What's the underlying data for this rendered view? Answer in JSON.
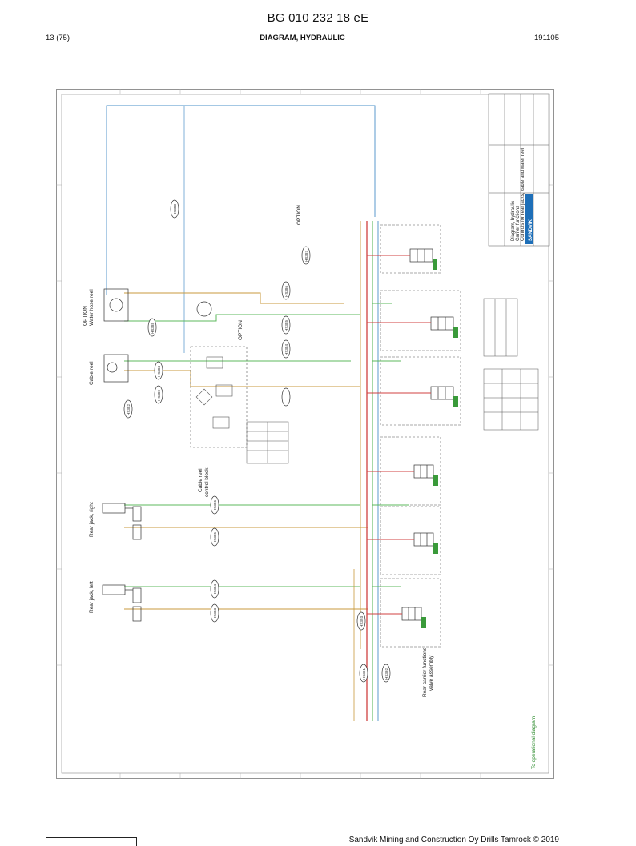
{
  "header": {
    "doc_number": "BG 010 232 18 eE",
    "page": "13 (75)",
    "section": "DIAGRAM, HYDRAULIC",
    "date": "191105"
  },
  "diagram": {
    "labels": {
      "water_hose_reel": "Water hose reel",
      "option_top": "OPTION",
      "option_mid": "OPTION",
      "option_right": "OPTION",
      "cable_reel": "Cable reel",
      "cable_reel_block_1": "Cable reel",
      "cable_reel_block_2": "control block",
      "rear_jack_right": "Rear jack, right",
      "rear_jack_left": "Rear jack, left",
      "rear_carrier_1": "Rear carrier functions",
      "rear_carrier_2": "valve assembly",
      "to_operational": "To operational diagram"
    },
    "hose_tags": [
      "HS388",
      "HS383",
      "HS389",
      "HS386",
      "HS385",
      "HS384",
      "HS383",
      "HS380",
      "HS382",
      "HS387",
      "HS386",
      "HS385",
      "HS384",
      "HS393",
      "HS391",
      "HS392"
    ],
    "title_block": {
      "brand": "SANDVIK",
      "line1": "Diagram, hydraulic",
      "line2": "Carrier functions",
      "line3": "Controls for rear jacks, cable and water reel"
    }
  },
  "footer": {
    "copyright": "Sandvik Mining and Construction Oy Drills Tamrock © 2019"
  }
}
